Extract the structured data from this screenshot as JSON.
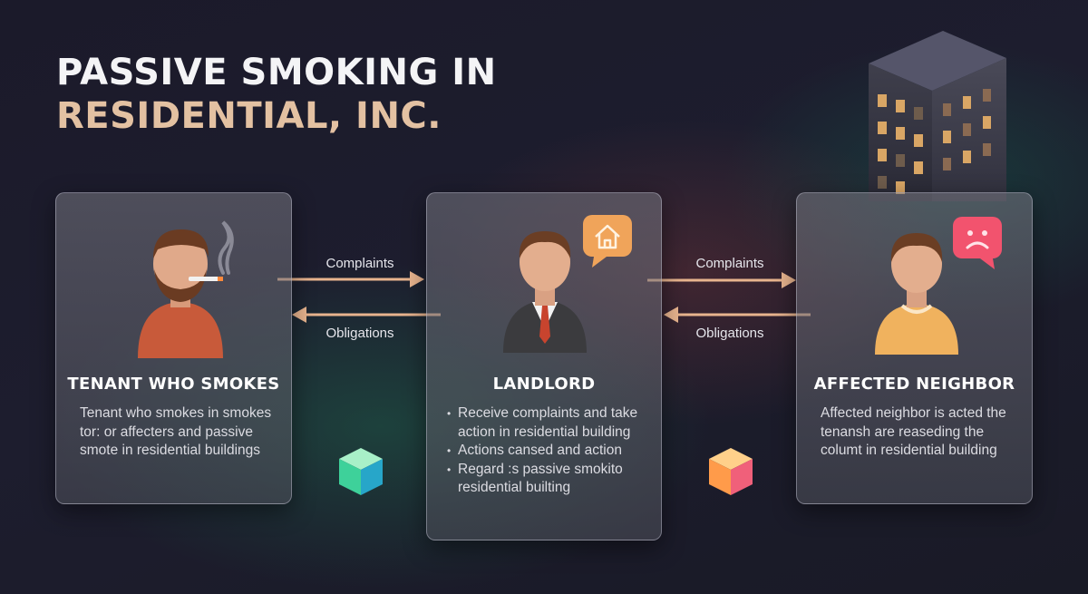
{
  "title": {
    "line1": "PASSIVE SMOKING IN",
    "line2": "RESIDENTIAL, INC."
  },
  "nodes": [
    {
      "heading": "TENANT WHO SMOKES",
      "description": "Tenant who smokes in smokes tor: or affecters and passive smote in residential buildings",
      "icon": "smoking-tenant-avatar"
    },
    {
      "heading": "LANDLORD",
      "bullets": [
        "Receive complaints and take action in residential building",
        "Actions cansed and action",
        "Regard :s passive smokito residential builting"
      ],
      "icon": "landlord-avatar",
      "badge_icon": "house-icon"
    },
    {
      "heading": "AFFECTED NEIGHBOR",
      "description": "Affected neighbor is acted the tenansh are reaseding the columt in residential building",
      "icon": "neighbor-avatar",
      "badge_icon": "sad-face-icon"
    }
  ],
  "edges": [
    {
      "from": "TENANT WHO SMOKES",
      "to": "LANDLORD",
      "label": "Complaints"
    },
    {
      "from": "LANDLORD",
      "to": "TENANT WHO SMOKES",
      "label": "Obligations"
    },
    {
      "from": "LANDLORD",
      "to": "AFFECTED NEIGHBOR",
      "label": "Complaints"
    },
    {
      "from": "AFFECTED NEIGHBOR",
      "to": "LANDLORD",
      "label": "Obligations"
    }
  ],
  "colors": {
    "accent_arrow": "#e8b48e",
    "title_secondary": "#e3c1a2",
    "badge_orange": "#f0a45a",
    "badge_red": "#f2536e"
  }
}
